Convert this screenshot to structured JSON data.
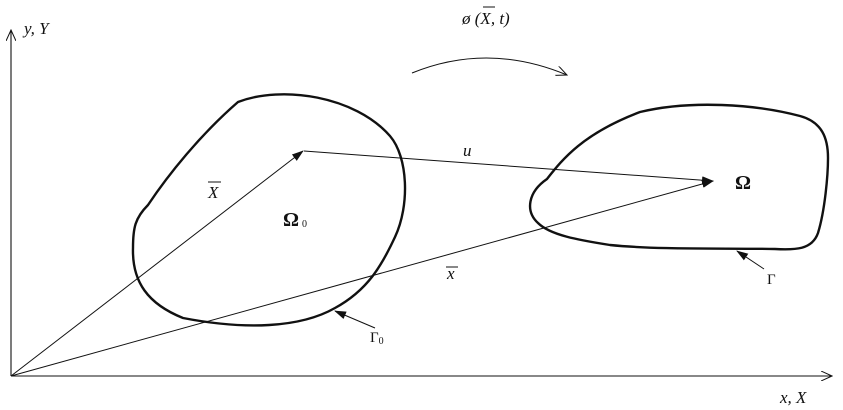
{
  "axes": {
    "y_label": "y, Y",
    "x_label": "x, X"
  },
  "mapping": {
    "phi": "ø (",
    "X": "X",
    "comma_t": ", t)"
  },
  "vectors": {
    "displacement": "u",
    "reference_position": "X",
    "current_position": "x"
  },
  "regions": {
    "reference_domain": "Ω",
    "reference_subscript": "0",
    "current_domain": "Ω"
  },
  "boundaries": {
    "reference_boundary": "Γ",
    "reference_boundary_subscript": "0",
    "current_boundary": "Γ"
  }
}
